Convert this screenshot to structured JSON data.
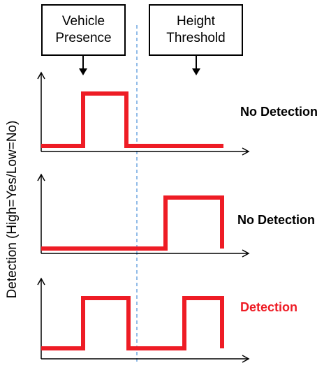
{
  "boxes": {
    "vehicle_presence": {
      "line1": "Vehicle",
      "line2": "Presence"
    },
    "height_threshold": {
      "line1": "Height",
      "line2": "Threshold"
    }
  },
  "y_axis_label": "Detection (High=Yes/Low=No)",
  "panels": [
    {
      "result": "No Detection",
      "result_color": "#000000"
    },
    {
      "result": "No Detection",
      "result_color": "#000000"
    },
    {
      "result": "Detection",
      "result_color": "#ee1c25"
    }
  ],
  "colors": {
    "signal": "#ee1c25",
    "divider": "#4a90d9",
    "axis": "#000000"
  }
}
